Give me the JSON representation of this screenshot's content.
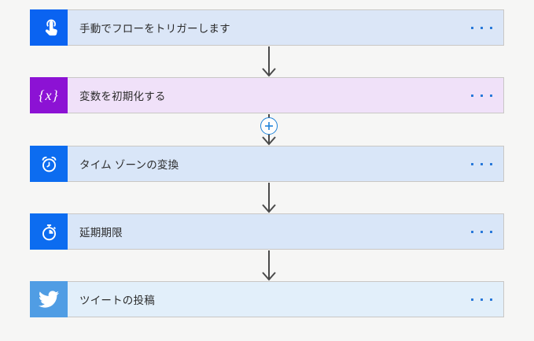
{
  "app": {
    "name": "flow-designer",
    "background_color": "#f6f6f5"
  },
  "flow": {
    "steps": [
      {
        "label": "手動でフローをトリガーします",
        "icon": "manual-trigger-touch-icon",
        "icon_bg": "#0a63f1",
        "row_bg": "#dbe6f7"
      },
      {
        "label": "変数を初期化する",
        "icon": "variable-braces-icon",
        "icon_symbol": "{x}",
        "icon_bg": "#8c12d4",
        "row_bg": "#f0e1f9"
      },
      {
        "label": "タイム ゾーンの変換",
        "icon": "alarm-clock-icon",
        "icon_bg": "#0c6cf0",
        "row_bg": "#d9e6f8"
      },
      {
        "label": "延期期限",
        "icon": "stopwatch-icon",
        "icon_bg": "#0c6cf0",
        "row_bg": "#d9e6f8"
      },
      {
        "label": "ツイートの投稿",
        "icon": "twitter-bird-icon",
        "icon_bg": "#509de4",
        "row_bg": "#e2effa"
      }
    ],
    "connector": {
      "arrow_color": "#4a4a4a",
      "insert_button_symbol": "+",
      "insert_button_color": "#1e82d8"
    }
  }
}
